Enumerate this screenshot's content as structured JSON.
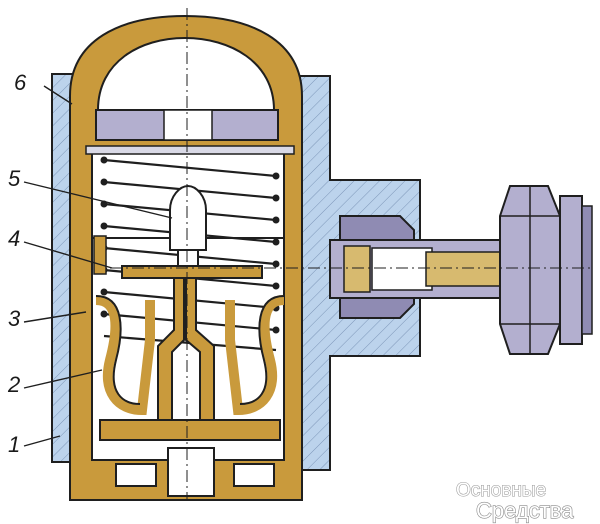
{
  "labels": {
    "l6": "6",
    "l5": "5",
    "l4": "4",
    "l3": "3",
    "l2": "2",
    "l1": "1"
  },
  "watermark": {
    "line1": "Основные",
    "line2": "Средства"
  },
  "colors": {
    "housing": "#c99a3c",
    "housing_dark": "#8a6410",
    "body_blue": "#bcd3ec",
    "nut": "#b3afcf",
    "nut_dark": "#8f8bb3",
    "interior": "#ffffff",
    "brass_pin": "#d7ba6f",
    "outline": "#1f1f1f"
  }
}
